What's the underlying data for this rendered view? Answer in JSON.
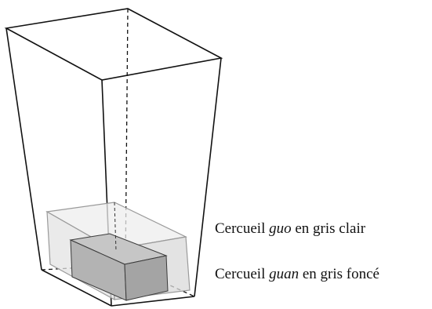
{
  "labels": {
    "guo": {
      "prefix": "Cercueil ",
      "term": "guo",
      "suffix": " en gris clair"
    },
    "guan": {
      "prefix": "Cercueil ",
      "term": "guan",
      "suffix": " en gris foncé"
    }
  },
  "colors": {
    "outer_stroke": "#111111",
    "guo_fill": "#e9e9e9",
    "guo_stroke": "#9a9a9a",
    "guan_fill": "#b3b3b3",
    "guan_top": "#c6c6c6",
    "guan_side": "#a4a4a4",
    "guan_stroke": "#3a3a3a"
  }
}
